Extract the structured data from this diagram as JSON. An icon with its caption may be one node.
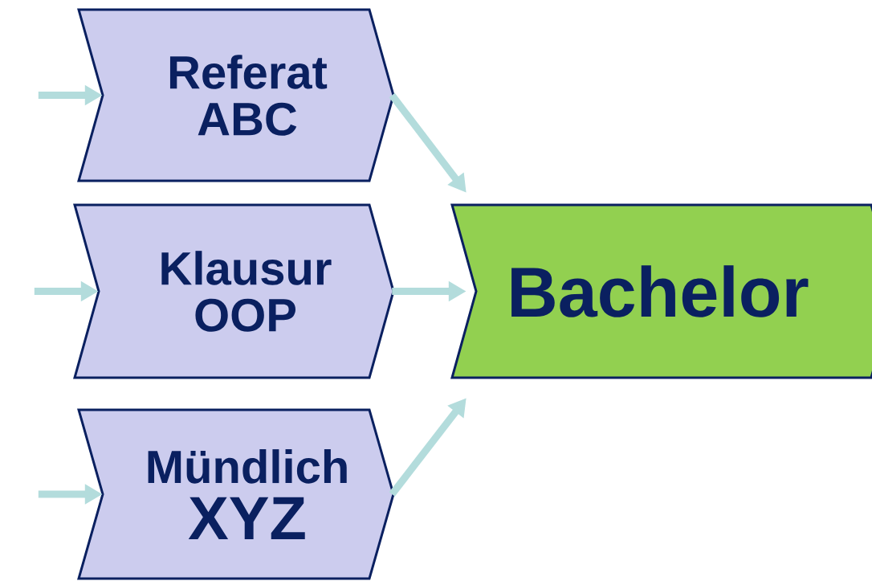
{
  "diagram": {
    "nodes": [
      {
        "text": [
          "Referat",
          "ABC"
        ]
      },
      {
        "text": [
          "Klausur",
          "OOP"
        ]
      },
      {
        "text": [
          "Mündlich",
          "XYZ"
        ]
      },
      {
        "text": [
          "Bachelor"
        ]
      }
    ],
    "edges": [
      {
        "from": null,
        "to": 0,
        "arrow": "to"
      },
      {
        "from": null,
        "to": 1,
        "arrow": "to"
      },
      {
        "from": null,
        "to": 2,
        "arrow": "to"
      },
      {
        "from": 0,
        "to": 3,
        "arrow": "to"
      },
      {
        "from": 1,
        "to": 3,
        "arrow": "to"
      },
      {
        "from": 2,
        "to": 3,
        "arrow": "to"
      }
    ]
  }
}
